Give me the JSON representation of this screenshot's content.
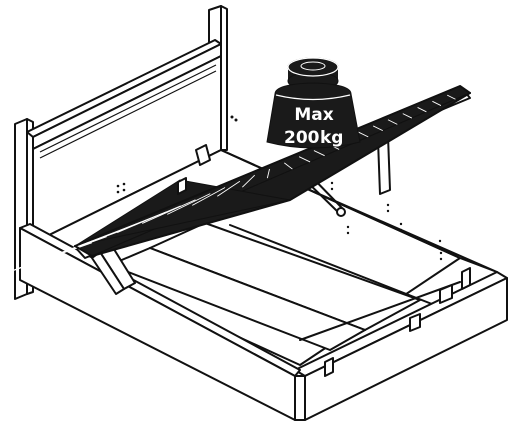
{
  "weight": {
    "line1": "Max",
    "number": "200",
    "unit": "kg",
    "icon": "weight-icon"
  },
  "illustration": {
    "subject": "ottoman-storage-bed-icon",
    "fill": "#ffffff",
    "stroke": "#111111",
    "accent": "#1a1a1a"
  }
}
